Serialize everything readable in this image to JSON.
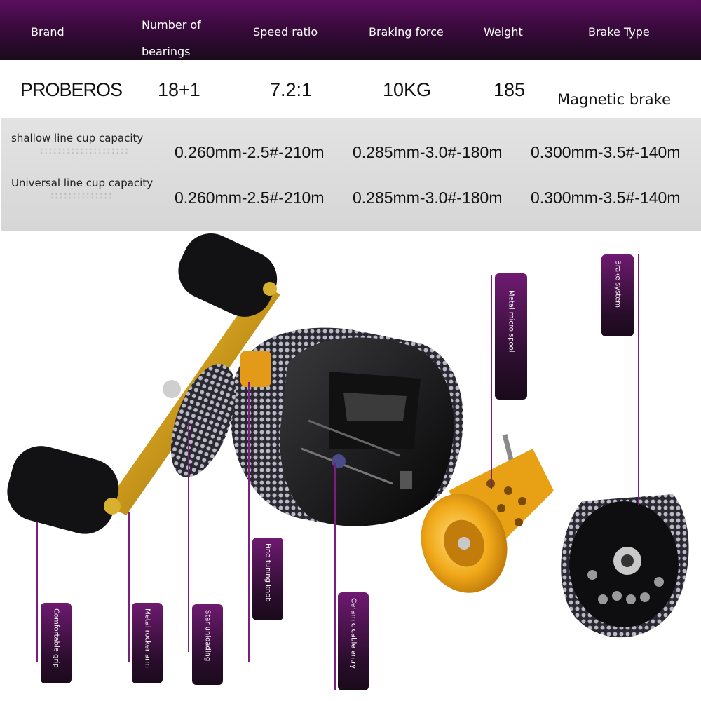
{
  "header": {
    "brand": "Brand",
    "bearings_line1": "Number of",
    "bearings_line2": "bearings",
    "speed_ratio": "Speed ratio",
    "braking_force": "Braking force",
    "weight": "Weight",
    "brake_type": "Brake Type"
  },
  "specs": {
    "brand": "PROBEROS",
    "bearings": "18+1",
    "speed_ratio": "7.2:1",
    "braking_force": "10KG",
    "weight": "185",
    "brake_type": "Magnetic brake"
  },
  "capacity": {
    "shallow": {
      "label": "shallow line cup capacity",
      "values": [
        "0.260mm-2.5#-210m",
        "0.285mm-3.0#-180m",
        "0.300mm-3.5#-140m"
      ]
    },
    "universal": {
      "label": "Universal line cup capacity",
      "values": [
        "0.260mm-2.5#-210m",
        "0.285mm-3.0#-180m",
        "0.300mm-3.5#-140m"
      ]
    }
  },
  "callouts": {
    "comfortable_grip": "Comfortable grip",
    "metal_rocker_arm": "Metal rocker arm",
    "star_unloading": "Star unloading",
    "fine_tuning_knob": "Fine-tuning knob",
    "ceramic_cable_entry": "Ceramic cable entry",
    "metal_micro_spool": "Metal micro spool",
    "brake_system": "Brake system"
  },
  "colors": {
    "header_purple": "#5a0f5e",
    "accent_line": "#7a1f80",
    "handle_gold": "#d8a81c",
    "spool_gold": "#f0b020"
  }
}
